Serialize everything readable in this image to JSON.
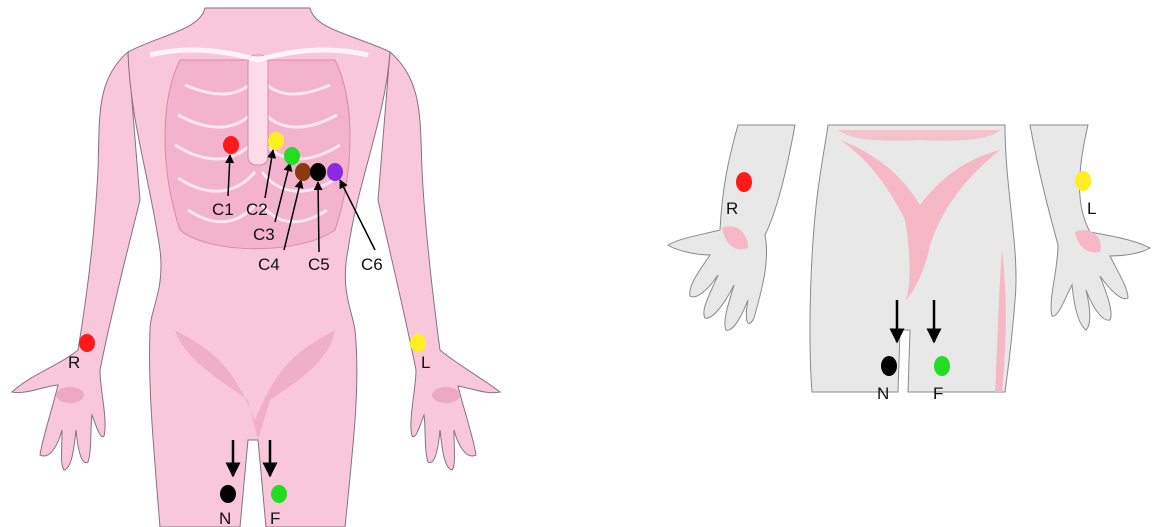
{
  "figure_left": {
    "electrodes": [
      {
        "id": "C1",
        "label": "C1",
        "color": "#ff1a1a"
      },
      {
        "id": "C2",
        "label": "C2",
        "color": "#ffee22"
      },
      {
        "id": "C3",
        "label": "C3",
        "color": "#22dd22"
      },
      {
        "id": "C4",
        "label": "C4",
        "color": "#8b3a10"
      },
      {
        "id": "C5",
        "label": "C5",
        "color": "#000000"
      },
      {
        "id": "C6",
        "label": "C6",
        "color": "#8a2be2"
      },
      {
        "id": "R",
        "label": "R",
        "color": "#ff1a1a"
      },
      {
        "id": "L",
        "label": "L",
        "color": "#ffee22"
      },
      {
        "id": "N",
        "label": "N",
        "color": "#000000"
      },
      {
        "id": "F",
        "label": "F",
        "color": "#22dd22"
      }
    ]
  },
  "figure_right": {
    "electrodes": [
      {
        "id": "R",
        "label": "R",
        "color": "#ff1a1a"
      },
      {
        "id": "L",
        "label": "L",
        "color": "#ffee22"
      },
      {
        "id": "N",
        "label": "N",
        "color": "#000000"
      },
      {
        "id": "F",
        "label": "F",
        "color": "#22dd22"
      }
    ]
  },
  "colors": {
    "skin_pink": "#f8c8da",
    "skin_pink_dark": "#eda9c3",
    "skin_grey": "#e8e8e8",
    "outline": "#8a7080"
  }
}
